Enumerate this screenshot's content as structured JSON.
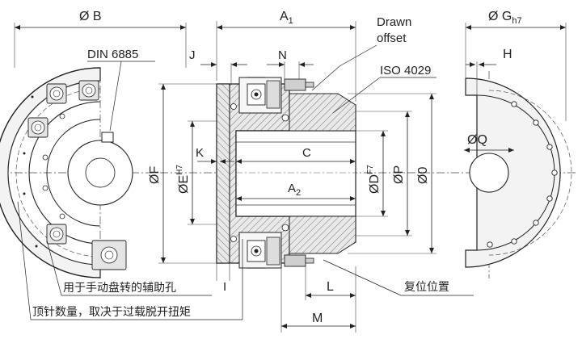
{
  "labels": {
    "dia_b": "Ø B",
    "a1_main": "A",
    "a1_sub": "1",
    "drawn_line1": "Drawn",
    "drawn_line2": "offset",
    "dia_g_main": "Ø G",
    "dia_g_sub": "h7",
    "din": "DIN 6885",
    "j": "J",
    "n": "N",
    "iso": "ISO 4029",
    "h": "H",
    "dia_q": "ØQ",
    "k": "K",
    "c": "C",
    "dia_f": "ØF",
    "dia_e_main": "ØE",
    "dia_e_sup": "H7",
    "dia_d_main": "ØD",
    "dia_d_sup": "F7",
    "dia_p": "ØP",
    "dia_0": "Ø0",
    "a2_main": "A",
    "a2_sub": "2",
    "i": "I",
    "l": "L",
    "m": "M"
  },
  "callouts": {
    "aux_holes": "用于手动盘转的辅助孔",
    "pin_count": "顶针数量，取决于过载脱开扭矩",
    "reset_pos": "复位位置"
  }
}
